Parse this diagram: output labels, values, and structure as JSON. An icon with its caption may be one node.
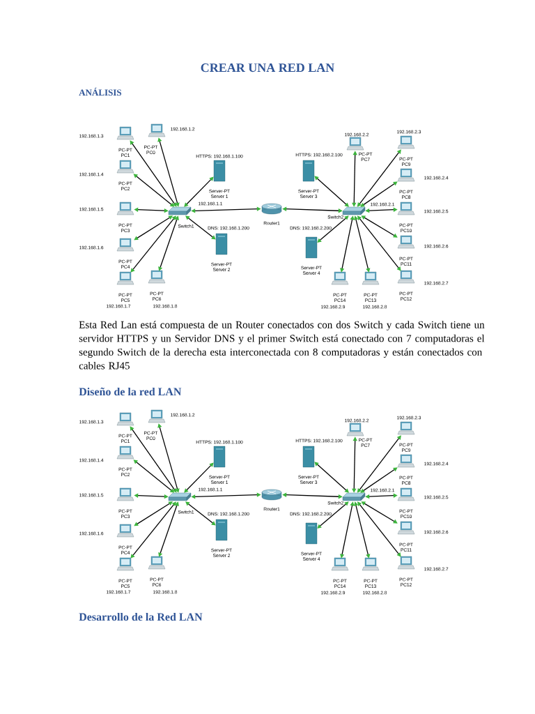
{
  "diagram": {
    "title": "CREAR UNA RED LAN",
    "nodes": [
      {
        "text": [
          "PC-PT",
          "PC1"
        ],
        "beside": [
          "192.168.1.3"
        ]
      },
      {
        "text": [
          "PC-PT",
          "PC0"
        ],
        "beside": [
          "192.168.1.2"
        ]
      },
      {
        "text": [
          "PC-PT",
          "PC2"
        ],
        "beside": [
          "192.168.1.4"
        ]
      },
      {
        "text": [
          "PC-PT",
          "PC3"
        ],
        "beside": [
          "192.168.1.5"
        ]
      },
      {
        "text": [
          "PC-PT",
          "PC4"
        ],
        "beside": [
          "192.168.1.6"
        ]
      },
      {
        "text": [
          "PC-PT",
          "PC5"
        ],
        "beside": [
          "192.168.1.7"
        ]
      },
      {
        "text": [
          "PC-PT",
          "PC6"
        ],
        "beside": [
          "192.168.1.8"
        ]
      },
      {
        "text": [
          "Switch1"
        ],
        "beside": [
          "192.168.1.1"
        ]
      },
      {
        "text": [
          "Server-PT",
          "Server 1"
        ],
        "beside": [
          "HTTPS: 192.168.1.100"
        ]
      },
      {
        "text": [
          "Server-PT",
          "Server 2"
        ],
        "beside": [
          "DNS: 192.168.1.200"
        ]
      },
      {
        "text": [
          "Router1"
        ]
      },
      {
        "text": [
          "Server-PT",
          "Server 3"
        ],
        "beside": [
          "HTTPS: 192.168.2.100"
        ]
      },
      {
        "text": [
          "Server-PT",
          "Server 4"
        ],
        "beside": [
          "DNS: 192.168.2.200"
        ]
      },
      {
        "text": [
          "Switch2"
        ],
        "beside": [
          "192.168.2.1"
        ]
      },
      {
        "text": [
          "PC-PT",
          "PC7"
        ],
        "beside": [
          "192.168.2.2"
        ]
      },
      {
        "text": [
          "PC-PT",
          "PC9"
        ],
        "beside": [
          "192.168.2.3"
        ]
      },
      {
        "text": [
          "PC-PT",
          "PC8"
        ],
        "beside": [
          "192.168.2.4"
        ]
      },
      {
        "text": [
          "PC-PT",
          "PC10"
        ],
        "beside": [
          "192.168.2.5"
        ]
      },
      {
        "text": [
          "PC-PT",
          "PC11"
        ],
        "beside": [
          "192.168.2.6"
        ]
      },
      {
        "text": [
          "PC-PT",
          "PC12"
        ],
        "beside": [
          "192.168.2.7"
        ]
      },
      {
        "text": [
          "PC-PT",
          "PC14"
        ],
        "beside": [
          "192.168.2.9"
        ]
      },
      {
        "text": [
          "PC-PT",
          "PC13"
        ],
        "beside": [
          "192.168.2.8"
        ]
      },
      {
        "text": [
          "PC-PT",
          "PC1"
        ],
        "beside": [
          "192.168.1.3"
        ]
      },
      {
        "text": [
          "PC-PT",
          "PC0"
        ],
        "beside": [
          "192.168.1.2"
        ]
      },
      {
        "text": [
          "PC-PT",
          "PC2"
        ],
        "beside": [
          "192.168.1.4"
        ]
      },
      {
        "text": [
          "PC-PT",
          "PC3"
        ],
        "beside": [
          "192.168.1.5"
        ]
      },
      {
        "text": [
          "PC-PT",
          "PC4"
        ],
        "beside": [
          "192.168.1.6"
        ]
      },
      {
        "text": [
          "PC-PT",
          "PC5"
        ],
        "beside": [
          "192.168.1.7"
        ]
      },
      {
        "text": [
          "PC-PT",
          "PC6"
        ],
        "beside": [
          "192.168.1.8"
        ]
      },
      {
        "text": [
          "Switch1"
        ],
        "beside": [
          "192.168.1.1"
        ]
      },
      {
        "text": [
          "Server-PT",
          "Server 1"
        ],
        "beside": [
          "HTTPS: 192.168.1.100"
        ]
      },
      {
        "text": [
          "Server-PT",
          "Server 2"
        ],
        "beside": [
          "DNS: 192.168.1.200"
        ]
      },
      {
        "text": [
          "Router1"
        ]
      },
      {
        "text": [
          "Server-PT",
          "Server 3"
        ],
        "beside": [
          "HTTPS: 192.168.2.100"
        ]
      },
      {
        "text": [
          "Server-PT",
          "Server 4"
        ],
        "beside": [
          "DNS: 192.168.2.200"
        ]
      },
      {
        "text": [
          "Switch2"
        ],
        "beside": [
          "192.168.2.1"
        ]
      },
      {
        "text": [
          "PC-PT",
          "PC7"
        ],
        "beside": [
          "192.168.2.2"
        ]
      },
      {
        "text": [
          "PC-PT",
          "PC9"
        ],
        "beside": [
          "192.168.2.3"
        ]
      },
      {
        "text": [
          "PC-PT",
          "PC8"
        ],
        "beside": [
          "192.168.2.4"
        ]
      },
      {
        "text": [
          "PC-PT",
          "PC10"
        ],
        "beside": [
          "192.168.2.5"
        ]
      },
      {
        "text": [
          "PC-PT",
          "PC11"
        ],
        "beside": [
          "192.168.2.6"
        ]
      },
      {
        "text": [
          "PC-PT",
          "PC12"
        ],
        "beside": [
          "192.168.2.7"
        ]
      },
      {
        "text": [
          "PC-PT",
          "PC14"
        ],
        "beside": [
          "192.168.2.9"
        ]
      },
      {
        "text": [
          "PC-PT",
          "PC13"
        ],
        "beside": [
          "192.168.2.8"
        ]
      }
    ],
    "edges": [
      {
        "from": 0,
        "to": 7,
        "arrow": "both"
      },
      {
        "from": 1,
        "to": 7,
        "arrow": "both"
      },
      {
        "from": 2,
        "to": 7,
        "arrow": "both"
      },
      {
        "from": 3,
        "to": 7,
        "arrow": "both"
      },
      {
        "from": 4,
        "to": 7,
        "arrow": "both"
      },
      {
        "from": 5,
        "to": 7,
        "arrow": "both"
      },
      {
        "from": 6,
        "to": 7,
        "arrow": "both"
      },
      {
        "from": 8,
        "to": 7,
        "arrow": "both"
      },
      {
        "from": 9,
        "to": 7,
        "arrow": "both"
      },
      {
        "from": 7,
        "to": 10,
        "arrow": "both"
      },
      {
        "from": 10,
        "to": 13,
        "arrow": "both"
      },
      {
        "from": 11,
        "to": 13,
        "arrow": "both"
      },
      {
        "from": 12,
        "to": 13,
        "arrow": "both"
      },
      {
        "from": 14,
        "to": 13,
        "arrow": "both"
      },
      {
        "from": 15,
        "to": 13,
        "arrow": "both"
      },
      {
        "from": 16,
        "to": 13,
        "arrow": "both"
      },
      {
        "from": 17,
        "to": 13,
        "arrow": "both"
      },
      {
        "from": 18,
        "to": 13,
        "arrow": "both"
      },
      {
        "from": 19,
        "to": 13,
        "arrow": "both"
      },
      {
        "from": 20,
        "to": 13,
        "arrow": "both"
      },
      {
        "from": 21,
        "to": 13,
        "arrow": "both"
      },
      {
        "from": 22,
        "to": 29,
        "arrow": "both"
      },
      {
        "from": 23,
        "to": 29,
        "arrow": "both"
      },
      {
        "from": 24,
        "to": 29,
        "arrow": "both"
      },
      {
        "from": 25,
        "to": 29,
        "arrow": "both"
      },
      {
        "from": 26,
        "to": 29,
        "arrow": "both"
      },
      {
        "from": 27,
        "to": 29,
        "arrow": "both"
      },
      {
        "from": 28,
        "to": 29,
        "arrow": "both"
      },
      {
        "from": 30,
        "to": 29,
        "arrow": "both"
      },
      {
        "from": 31,
        "to": 29,
        "arrow": "both"
      },
      {
        "from": 29,
        "to": 32,
        "arrow": "both"
      },
      {
        "from": 32,
        "to": 35,
        "arrow": "both"
      },
      {
        "from": 33,
        "to": 35,
        "arrow": "both"
      },
      {
        "from": 34,
        "to": 35,
        "arrow": "both"
      },
      {
        "from": 36,
        "to": 35,
        "arrow": "both"
      },
      {
        "from": 37,
        "to": 35,
        "arrow": "both"
      },
      {
        "from": 38,
        "to": 35,
        "arrow": "both"
      },
      {
        "from": 39,
        "to": 35,
        "arrow": "both"
      },
      {
        "from": 40,
        "to": 35,
        "arrow": "both"
      },
      {
        "from": 41,
        "to": 35,
        "arrow": "both"
      },
      {
        "from": 42,
        "to": 35,
        "arrow": "both"
      },
      {
        "from": 43,
        "to": 35,
        "arrow": "both"
      }
    ],
    "labels": [
      "ANÁLISIS",
      "Esta Red Lan está compuesta de un Router conectados con dos Switch y cada Switch tiene un servidor HTTPS y un Servidor DNS y el primer Switch está conectado con 7 computadoras el segundo Switch de la derecha esta interconectada con 8 computadoras y están conectados con cables RJ45",
      "Diseño de la red LAN",
      "Desarrollo de la Red LAN"
    ]
  }
}
